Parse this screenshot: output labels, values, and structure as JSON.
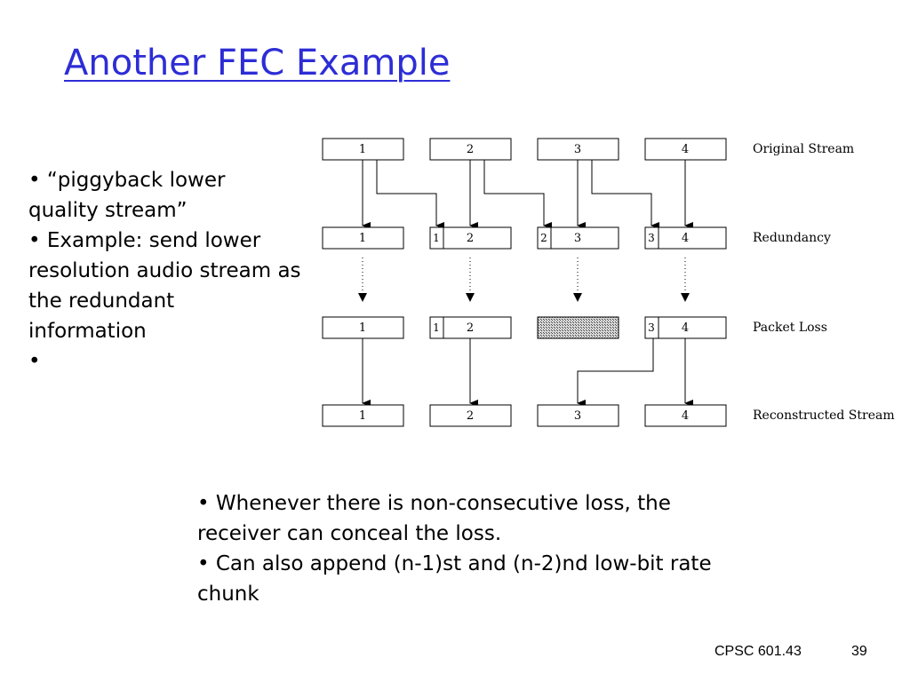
{
  "title": "Another FEC Example",
  "left_bullets": [
    "• “piggyback lower",
    "quality stream”",
    "• Example: send lower",
    "resolution audio stream as",
    "the redundant",
    "information",
    "•"
  ],
  "bottom_bullets": [
    "• Whenever there is non-consecutive loss, the",
    "receiver can conceal the loss.",
    "• Can also append (n-1)st and (n-2)nd low-bit rate",
    "chunk"
  ],
  "diagram": {
    "row_labels": {
      "original": "Original Stream",
      "redundancy": "Redundancy",
      "loss": "Packet Loss",
      "reconstructed": "Reconstructed Stream"
    },
    "original": [
      "1",
      "2",
      "3",
      "4"
    ],
    "redundancy": {
      "main": [
        "1",
        "2",
        "3",
        "4"
      ],
      "extra": [
        "",
        "1",
        "2",
        "3"
      ]
    },
    "loss": {
      "main": [
        "1",
        "2",
        "",
        "4"
      ],
      "extra": [
        "",
        "1",
        "",
        "3"
      ],
      "lost_packet": "3"
    },
    "reconstructed": [
      "1",
      "2",
      "3",
      "4"
    ]
  },
  "footer": {
    "course": "CPSC 601.43",
    "page": "39"
  }
}
